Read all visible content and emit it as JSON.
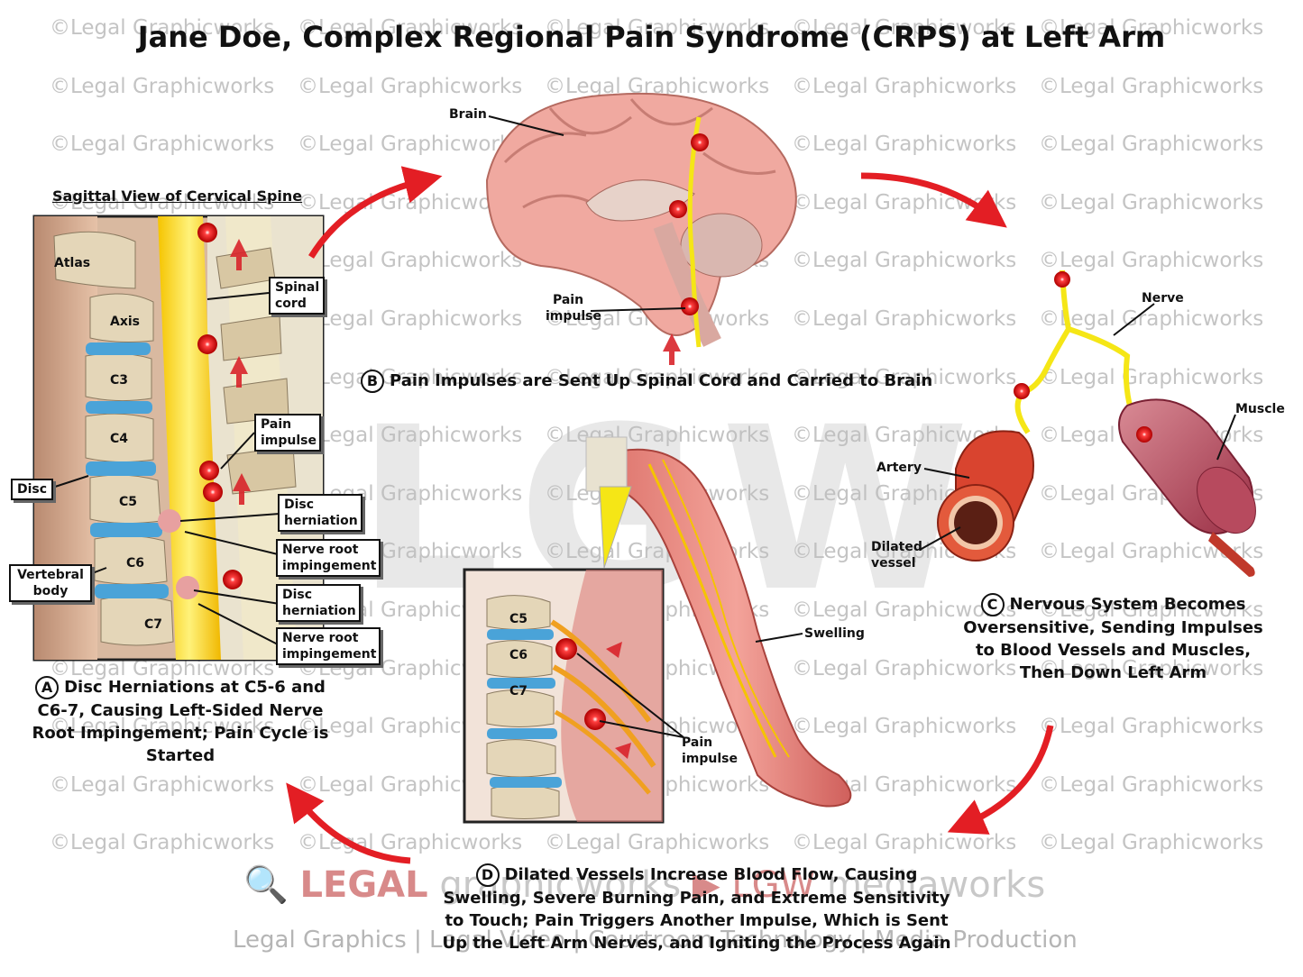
{
  "title": "Jane Doe, Complex Regional Pain Syndrome (CRPS) at Left Arm",
  "watermark": "©Legal Graphicworks",
  "big_watermark": "LGW",
  "panel_a": {
    "heading": "Sagittal View of Cervical Spine",
    "vertebrae": [
      "Atlas",
      "Axis",
      "C3",
      "C4",
      "C5",
      "C6",
      "C7"
    ],
    "labels": {
      "spinal_cord": "Spinal cord",
      "pain_impulse": "Pain impulse",
      "disc": "Disc",
      "disc_herniation_1": "Disc herniation",
      "nerve_root_1": "Nerve root impingement",
      "vertebral_body": "Vertebral body",
      "disc_herniation_2": "Disc herniation",
      "nerve_root_2": "Nerve root impingement"
    },
    "letter": "A",
    "caption": "Disc Herniations at C5-6 and C6-7, Causing Left-Sided Nerve Root Impingement; Pain Cycle is Started"
  },
  "panel_b": {
    "brain_label": "Brain",
    "pain_impulse_label": "Pain impulse",
    "letter": "B",
    "caption": "Pain Impulses are Sent Up Spinal Cord and Carried to Brain"
  },
  "panel_c": {
    "nerve_label": "Nerve",
    "muscle_label": "Muscle",
    "artery_label": "Artery",
    "dilated_vessel_label": "Dilated vessel",
    "letter": "C",
    "caption": "Nervous System Becomes Oversensitive, Sending Impulses to Blood Vessels and Muscles, Then Down Left Arm"
  },
  "panel_d": {
    "swelling_label": "Swelling",
    "inset_levels": [
      "C5",
      "C6",
      "C7"
    ],
    "pain_impulse_label": "Pain impulse",
    "letter": "D",
    "caption": "Dilated Vessels Increase Blood Flow, Causing Swelling, Severe Burning Pain, and Extreme Sensitivity to Touch; Pain Triggers Another Impulse, Which is Sent Up the Left Arm Nerves, and Igniting the Process Again"
  },
  "footer": {
    "logo_legal": "LEGAL",
    "logo_graphicworks": "graphicworks",
    "logo_lgw": "LGW",
    "logo_mediaworks": "mediaworks",
    "tagline": "Legal Graphics | Legal Video | Courtroom Technology | Media Production"
  },
  "colors": {
    "arrow_red": "#e31e24",
    "nerve_yellow": "#f5e616",
    "bone": "#e4d6b8",
    "disc_blue": "#4aa3d8",
    "muscle_red": "#c8394a",
    "brain_pink": "#f0a9a0",
    "watermark_gray": "#c4c4c4"
  }
}
